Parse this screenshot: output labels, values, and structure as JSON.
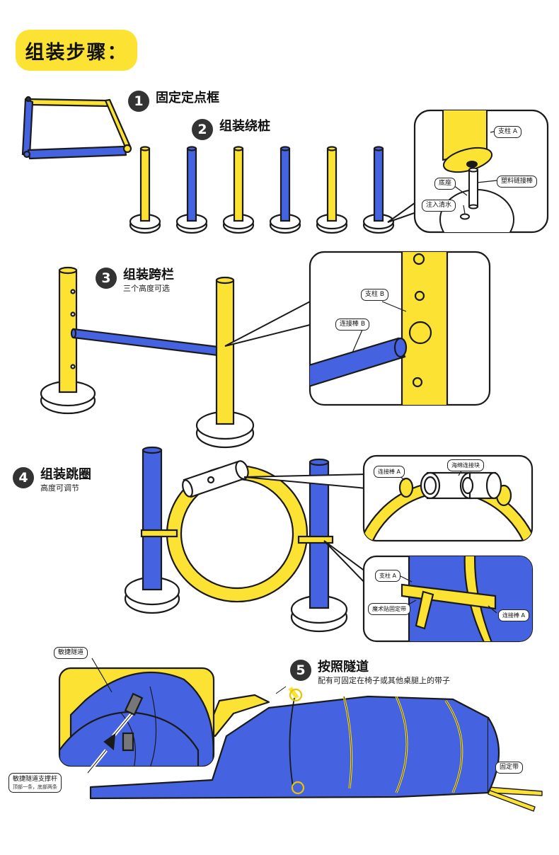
{
  "header": {
    "title": "组装步骤："
  },
  "steps": [
    {
      "num": "1",
      "title": "固定定点框"
    },
    {
      "num": "2",
      "title": "组装绕桩"
    },
    {
      "num": "3",
      "title": "组装跨栏",
      "sub": "三个高度可选"
    },
    {
      "num": "4",
      "title": "组装跳圈",
      "sub": "高度可调节"
    },
    {
      "num": "5",
      "title": "按照隧道",
      "sub": "配有可固定在椅子或其他桌腿上的带子"
    }
  ],
  "callouts": {
    "step2": {
      "pillar": "支柱 A",
      "base": "底座",
      "rod": "塑料链接棒",
      "water": "注入清水"
    },
    "step3": {
      "pillar": "支柱 B",
      "rod": "连接棒 B"
    },
    "step4_top": {
      "rod": "连接棒 A",
      "block": "海绵连接块"
    },
    "step4_bottom": {
      "pillar": "支柱 A",
      "strap": "魔术贴固定带",
      "rod": "连接棒 A"
    },
    "step5": {
      "tunnel": "敏捷隧道",
      "support": "敏捷隧道支撑杆",
      "support_note": "顶部一条，底部两条",
      "strap": "固定带"
    }
  },
  "colors": {
    "yellow": "#fbe233",
    "blue": "#4563e0",
    "outline": "#1a1a1a",
    "base": "#ffffff"
  }
}
